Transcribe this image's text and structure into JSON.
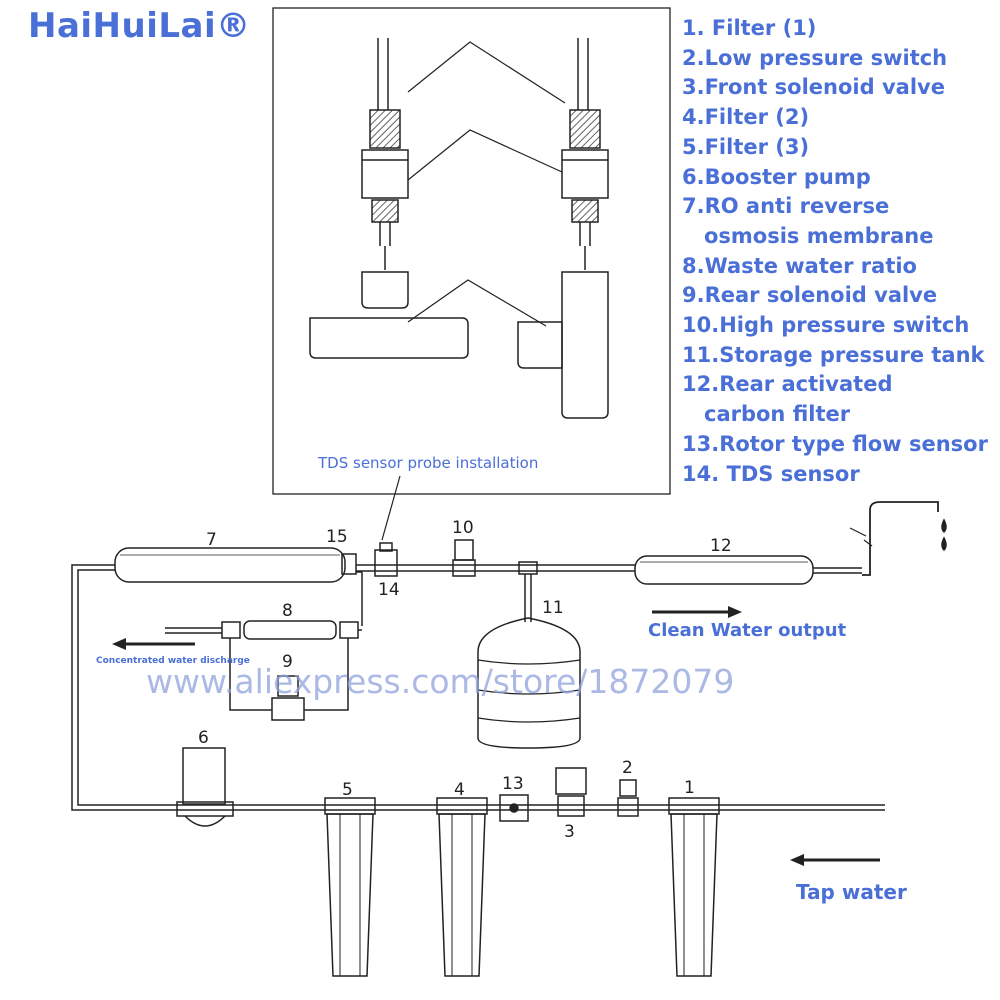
{
  "brand": "HaiHuiLai®",
  "legend": [
    "1. Filter (1)",
    "2.Low pressure switch",
    "3.Front solenoid valve",
    "4.Filter (2)",
    "5.Filter (3)",
    "6.Booster pump",
    "7.RO anti reverse",
    "osmosis membrane",
    "8.Waste water ratio",
    "9.Rear solenoid valve",
    "10.High pressure switch",
    "11.Storage pressure tank",
    "12.Rear activated",
    "carbon filter",
    "13.Rotor type flow sensor",
    "14. TDS sensor"
  ],
  "labels": {
    "tds_probe": "TDS sensor probe installation",
    "clean_output": "Clean Water output",
    "concentrated": "Concentrated water discharge",
    "tap_water": "Tap water",
    "watermark": "www.aliexpress.com/store/1872079"
  },
  "numbers": [
    "1",
    "2",
    "3",
    "4",
    "5",
    "6",
    "7",
    "8",
    "9",
    "10",
    "11",
    "12",
    "13",
    "14",
    "15"
  ],
  "colors": {
    "accent": "#4a6fd6",
    "line": "#222222"
  }
}
